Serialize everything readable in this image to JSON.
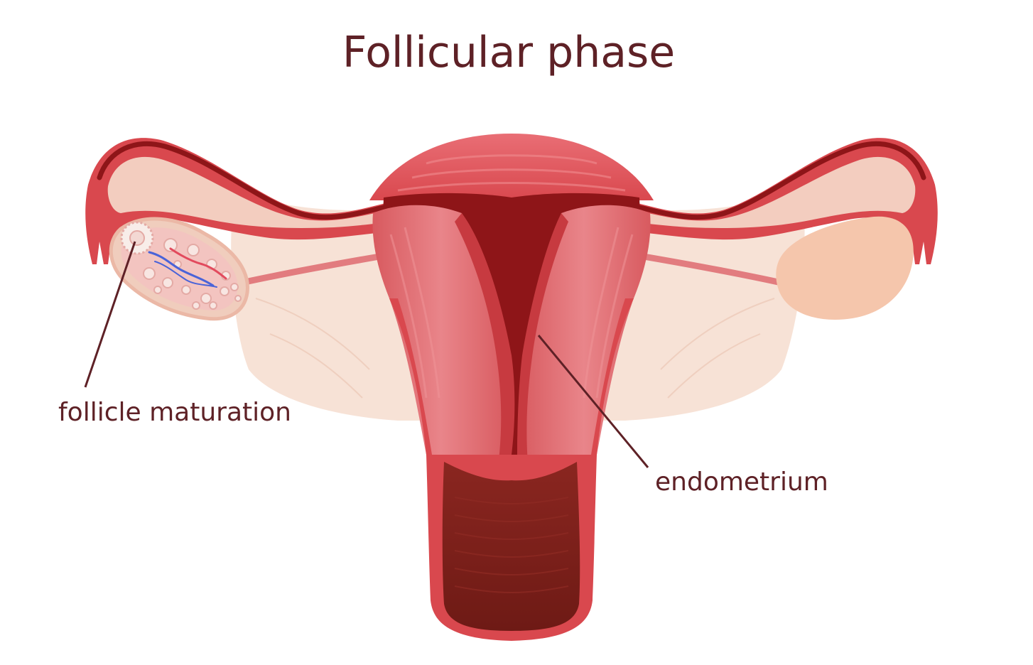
{
  "title": "Follicular phase",
  "labels": {
    "follicle": "follicle maturation",
    "endometrium": "endometrium"
  },
  "colors": {
    "text": "#5e2126",
    "outer_wall": "#d9484e",
    "dark_wall": "#8e1518",
    "cavity": "#7e1210",
    "endometrium": "#e3757a",
    "ligament": "#f6ddd0",
    "tube_inner": "#f3cdbf",
    "ovary": "#f5c6ac",
    "vagina": "#7a1e18",
    "line": "#5e2126"
  }
}
